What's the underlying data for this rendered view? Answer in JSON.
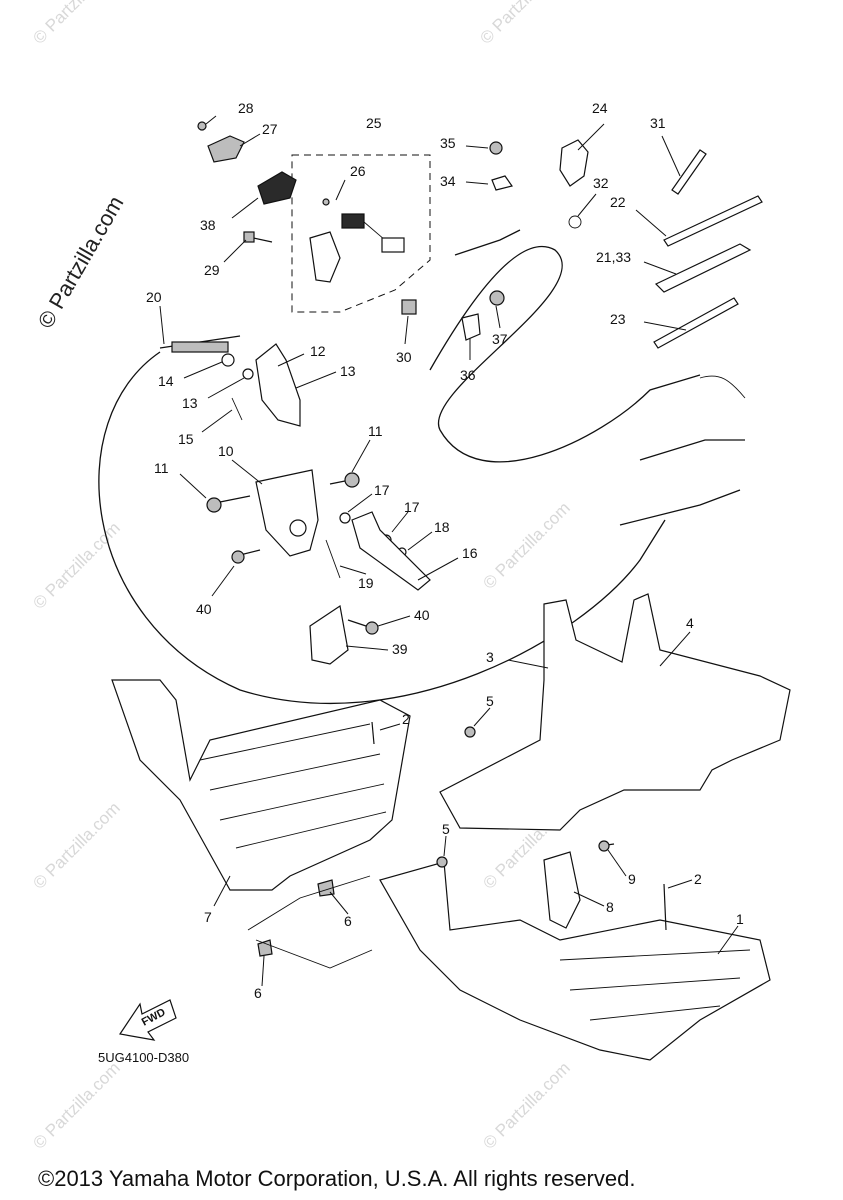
{
  "watermark": {
    "brand": "© Partzilla.com",
    "faint": "© Partzilla.com"
  },
  "diagram_code": "5UG4100-D380",
  "fwd_label": "FWD",
  "copyright": "©2013 Yamaha Motor Corporation, U.S.A. All rights reserved.",
  "callouts": {
    "c1": "1",
    "c2a": "2",
    "c2b": "2",
    "c3": "3",
    "c4": "4",
    "c5a": "5",
    "c5b": "5",
    "c6a": "6",
    "c6b": "6",
    "c7": "7",
    "c8": "8",
    "c9": "9",
    "c10": "10",
    "c11a": "11",
    "c11b": "11",
    "c12": "12",
    "c13a": "13",
    "c13b": "13",
    "c14": "14",
    "c15": "15",
    "c16": "16",
    "c17a": "17",
    "c17b": "17",
    "c18": "18",
    "c19": "19",
    "c20": "20",
    "c21_33": "21,33",
    "c22": "22",
    "c23": "23",
    "c24": "24",
    "c25": "25",
    "c26": "26",
    "c27": "27",
    "c28": "28",
    "c29": "29",
    "c30": "30",
    "c31": "31",
    "c32": "32",
    "c34": "34",
    "c35": "35",
    "c36": "36",
    "c37": "37",
    "c38": "38",
    "c39": "39",
    "c40a": "40",
    "c40b": "40"
  }
}
